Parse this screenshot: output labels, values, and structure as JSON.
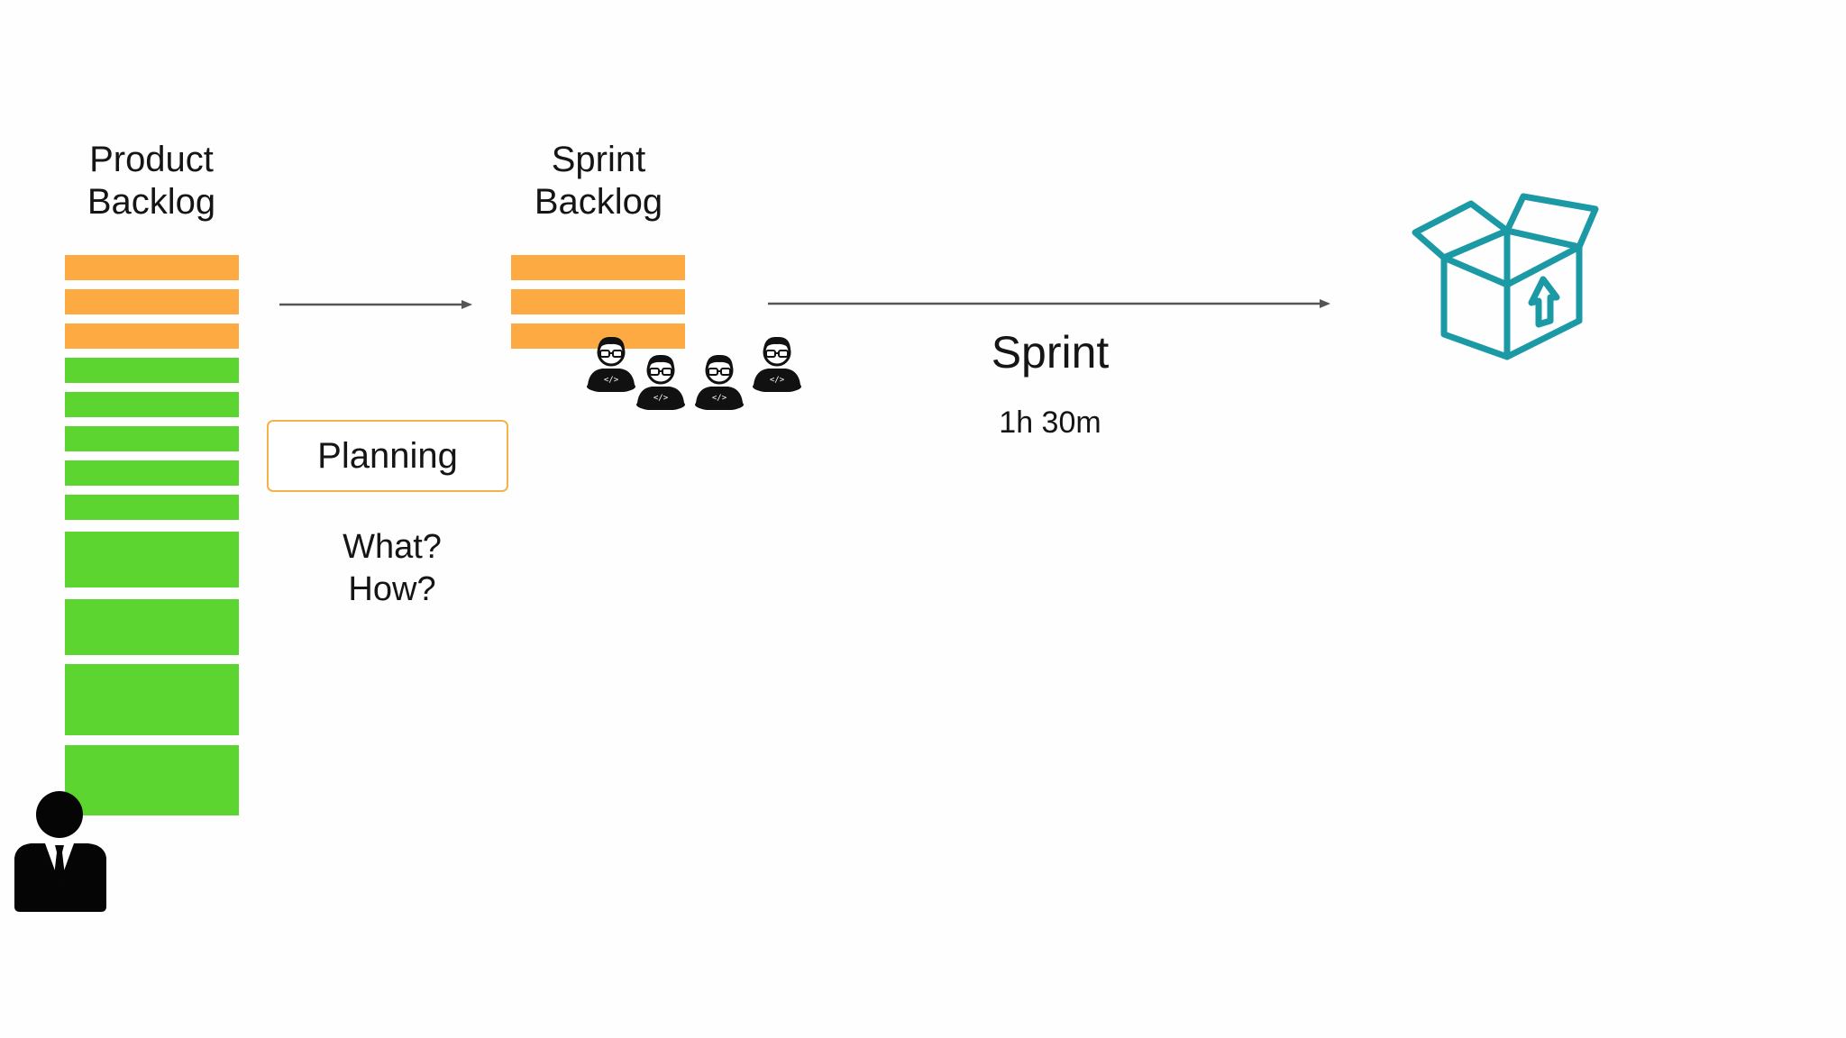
{
  "product_backlog": {
    "title_line1": "Product",
    "title_line2": "Backlog",
    "items": [
      {
        "status": "orange"
      },
      {
        "status": "orange"
      },
      {
        "status": "orange"
      },
      {
        "status": "green"
      },
      {
        "status": "green"
      },
      {
        "status": "green"
      },
      {
        "status": "green"
      },
      {
        "status": "green"
      },
      {
        "status": "green"
      },
      {
        "status": "green"
      },
      {
        "status": "green"
      },
      {
        "status": "green"
      }
    ]
  },
  "sprint_backlog": {
    "title_line1": "Sprint",
    "title_line2": "Backlog",
    "items": [
      {
        "status": "orange"
      },
      {
        "status": "orange"
      },
      {
        "status": "orange"
      }
    ]
  },
  "planning": {
    "label": "Planning",
    "question1": "What?",
    "question2": "How?"
  },
  "sprint": {
    "label": "Sprint",
    "duration": "1h 30m"
  },
  "icons": {
    "product_owner": "product-owner-icon",
    "developer": "developer-icon",
    "increment": "open-box-upload-icon"
  },
  "colors": {
    "orange": "#fdaa43",
    "green": "#5dd530",
    "teal": "#1b9aa5",
    "arrow": "#555555",
    "planning_border": "#f6b24a"
  }
}
